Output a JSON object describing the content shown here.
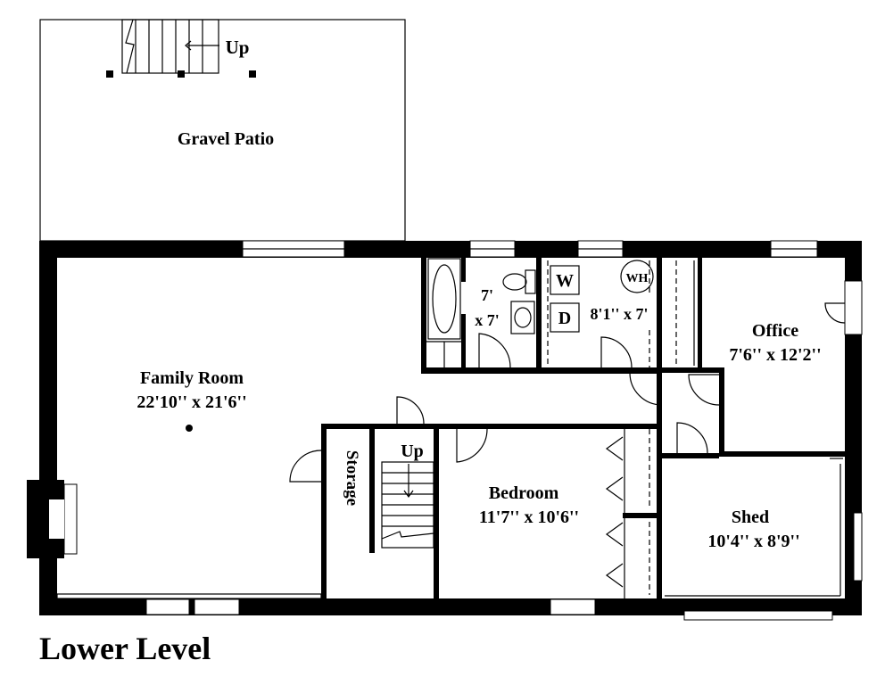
{
  "plan_title": "Lower Level",
  "rooms": {
    "gravel_patio": {
      "name": "Gravel Patio"
    },
    "patio_stairs": {
      "direction": "Up"
    },
    "family_room": {
      "name": "Family Room",
      "dims": "22'10'' x 21'6''"
    },
    "bathroom": {
      "dims_line1": "7'",
      "dims_line2": "x 7'"
    },
    "laundry": {
      "washer": "W",
      "dryer": "D",
      "water_heater": "WH",
      "dims": "8'1'' x 7'"
    },
    "office": {
      "name": "Office",
      "dims": "7'6'' x 12'2''"
    },
    "storage": {
      "name": "Storage"
    },
    "interior_stairs": {
      "direction": "Up"
    },
    "bedroom": {
      "name": "Bedroom",
      "dims": "11'7'' x 10'6''"
    },
    "shed": {
      "name": "Shed",
      "dims": "10'4'' x 8'9''"
    }
  }
}
